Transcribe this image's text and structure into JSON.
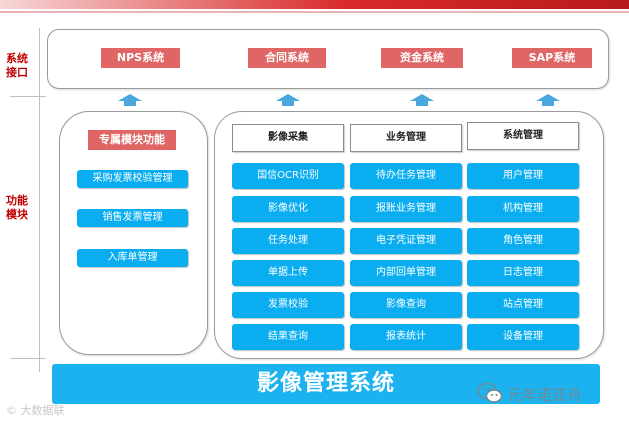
{
  "side_labels": {
    "system_interface": "系统\n接口",
    "function_module": "功能\n模块"
  },
  "interfaces": [
    "NPS系统",
    "合同系统",
    "资金系统",
    "SAP系统"
  ],
  "dedicated": {
    "title": "专属模块功能",
    "items": [
      "采购发票校验管理",
      "销售发票管理",
      "入库单管理"
    ]
  },
  "columns": [
    {
      "header": "影像采集",
      "items": [
        "国信OCR识别",
        "影像优化",
        "任务处理",
        "单据上传",
        "发票校验",
        "结果查询"
      ]
    },
    {
      "header": "业务管理",
      "items": [
        "待办任务管理",
        "报账业务管理",
        "电子凭证管理",
        "内部回单管理",
        "影像查询",
        "报表统计"
      ]
    },
    {
      "header": "系统管理",
      "items": [
        "用户管理",
        "机构管理",
        "角色管理",
        "日志管理",
        "站点管理",
        "设备管理"
      ]
    }
  ],
  "main_system": "影像管理系统",
  "watermark_right": "元年诺亚舟",
  "watermark_left": "大数据联"
}
